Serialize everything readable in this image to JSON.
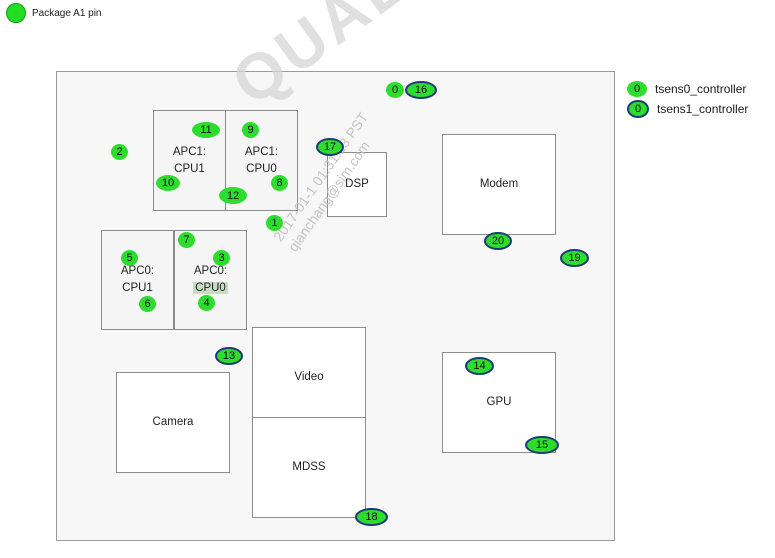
{
  "legend": {
    "package_label": "Package A1 pin",
    "tsens0_num": "0",
    "tsens0_label": "tsens0_controller",
    "tsens1_num": "0",
    "tsens1_label": "tsens1_controller"
  },
  "watermark": {
    "brand": "QUALCO",
    "line1": "2017-01-1 01:31:13 PST",
    "line2": "qianchang@sim.com"
  },
  "blocks": {
    "apc1_cpu1": "APC1: CPU1",
    "apc1_cpu0": "APC1: CPU0",
    "apc0_cpu1": "APC0: CPU1",
    "apc0_cpu0_prefix": "APC0:",
    "apc0_cpu0_suffix": "CPU0",
    "dsp": "DSP",
    "modem": "Modem",
    "video": "Video",
    "camera": "Camera",
    "mdss": "MDSS",
    "gpu": "GPU"
  },
  "sensors": {
    "s1": "1",
    "s2": "2",
    "s3": "3",
    "s4": "4",
    "s5": "5",
    "s6": "6",
    "s7": "7",
    "s8": "8",
    "s9": "9",
    "s10": "10",
    "s11": "11",
    "s12": "12",
    "s13": "13",
    "s14": "14",
    "s15": "15",
    "s16": "16",
    "s17": "17",
    "s18": "18",
    "s19": "19",
    "s20": "20",
    "s0": "0"
  },
  "colors": {
    "sensor_fill": "#2ddc2d",
    "tsens1_border": "#1f3a7a",
    "die_fill": "#f7f7f7"
  }
}
